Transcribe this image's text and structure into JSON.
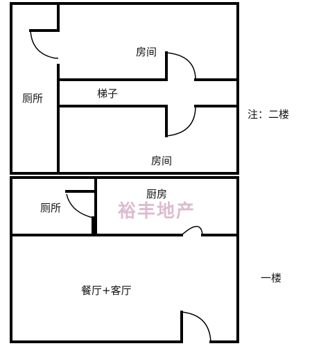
{
  "floor_plan": {
    "upper_floor": {
      "rooms": {
        "bedroom_top": "房间",
        "stairs": "梯子",
        "bedroom_bottom": "房间",
        "toilet": "厕所"
      },
      "note": "注：二楼"
    },
    "lower_floor": {
      "rooms": {
        "kitchen": "厨房",
        "toilet": "厕所",
        "dining_living": "餐厅+客厅"
      },
      "note": "一楼"
    },
    "watermark": "裕丰地产"
  },
  "colors": {
    "wall": "#000000",
    "background": "#ffffff",
    "watermark": "#d7b0c8"
  }
}
